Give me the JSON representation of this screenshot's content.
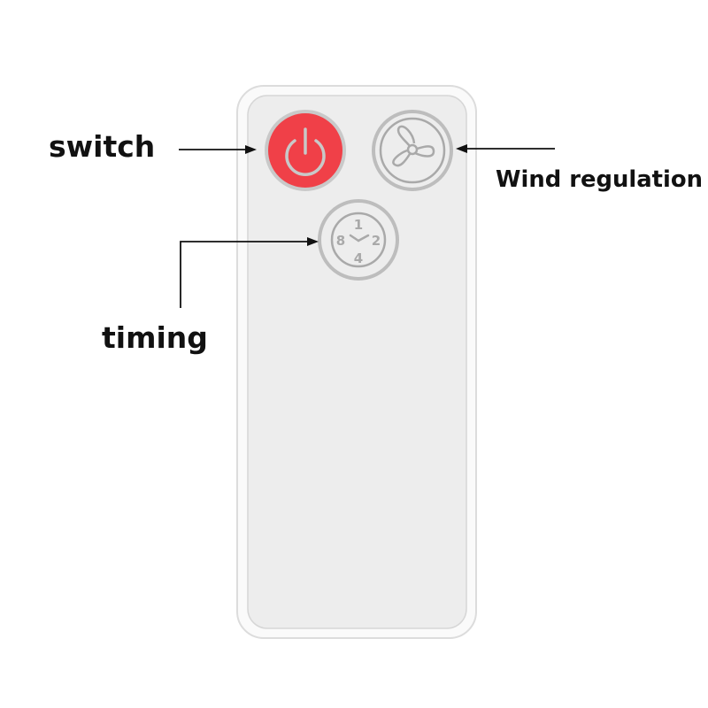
{
  "labels": {
    "switch": "switch",
    "wind_regulation": "Wind regulation",
    "timing": "timing"
  },
  "timer_button": {
    "numbers": {
      "top": "1",
      "right": "2",
      "bottom": "4",
      "left": "8"
    }
  },
  "colors": {
    "power_button": "#f04048",
    "remote_body": "#ededed",
    "button_icon": "#a9a9a9"
  }
}
